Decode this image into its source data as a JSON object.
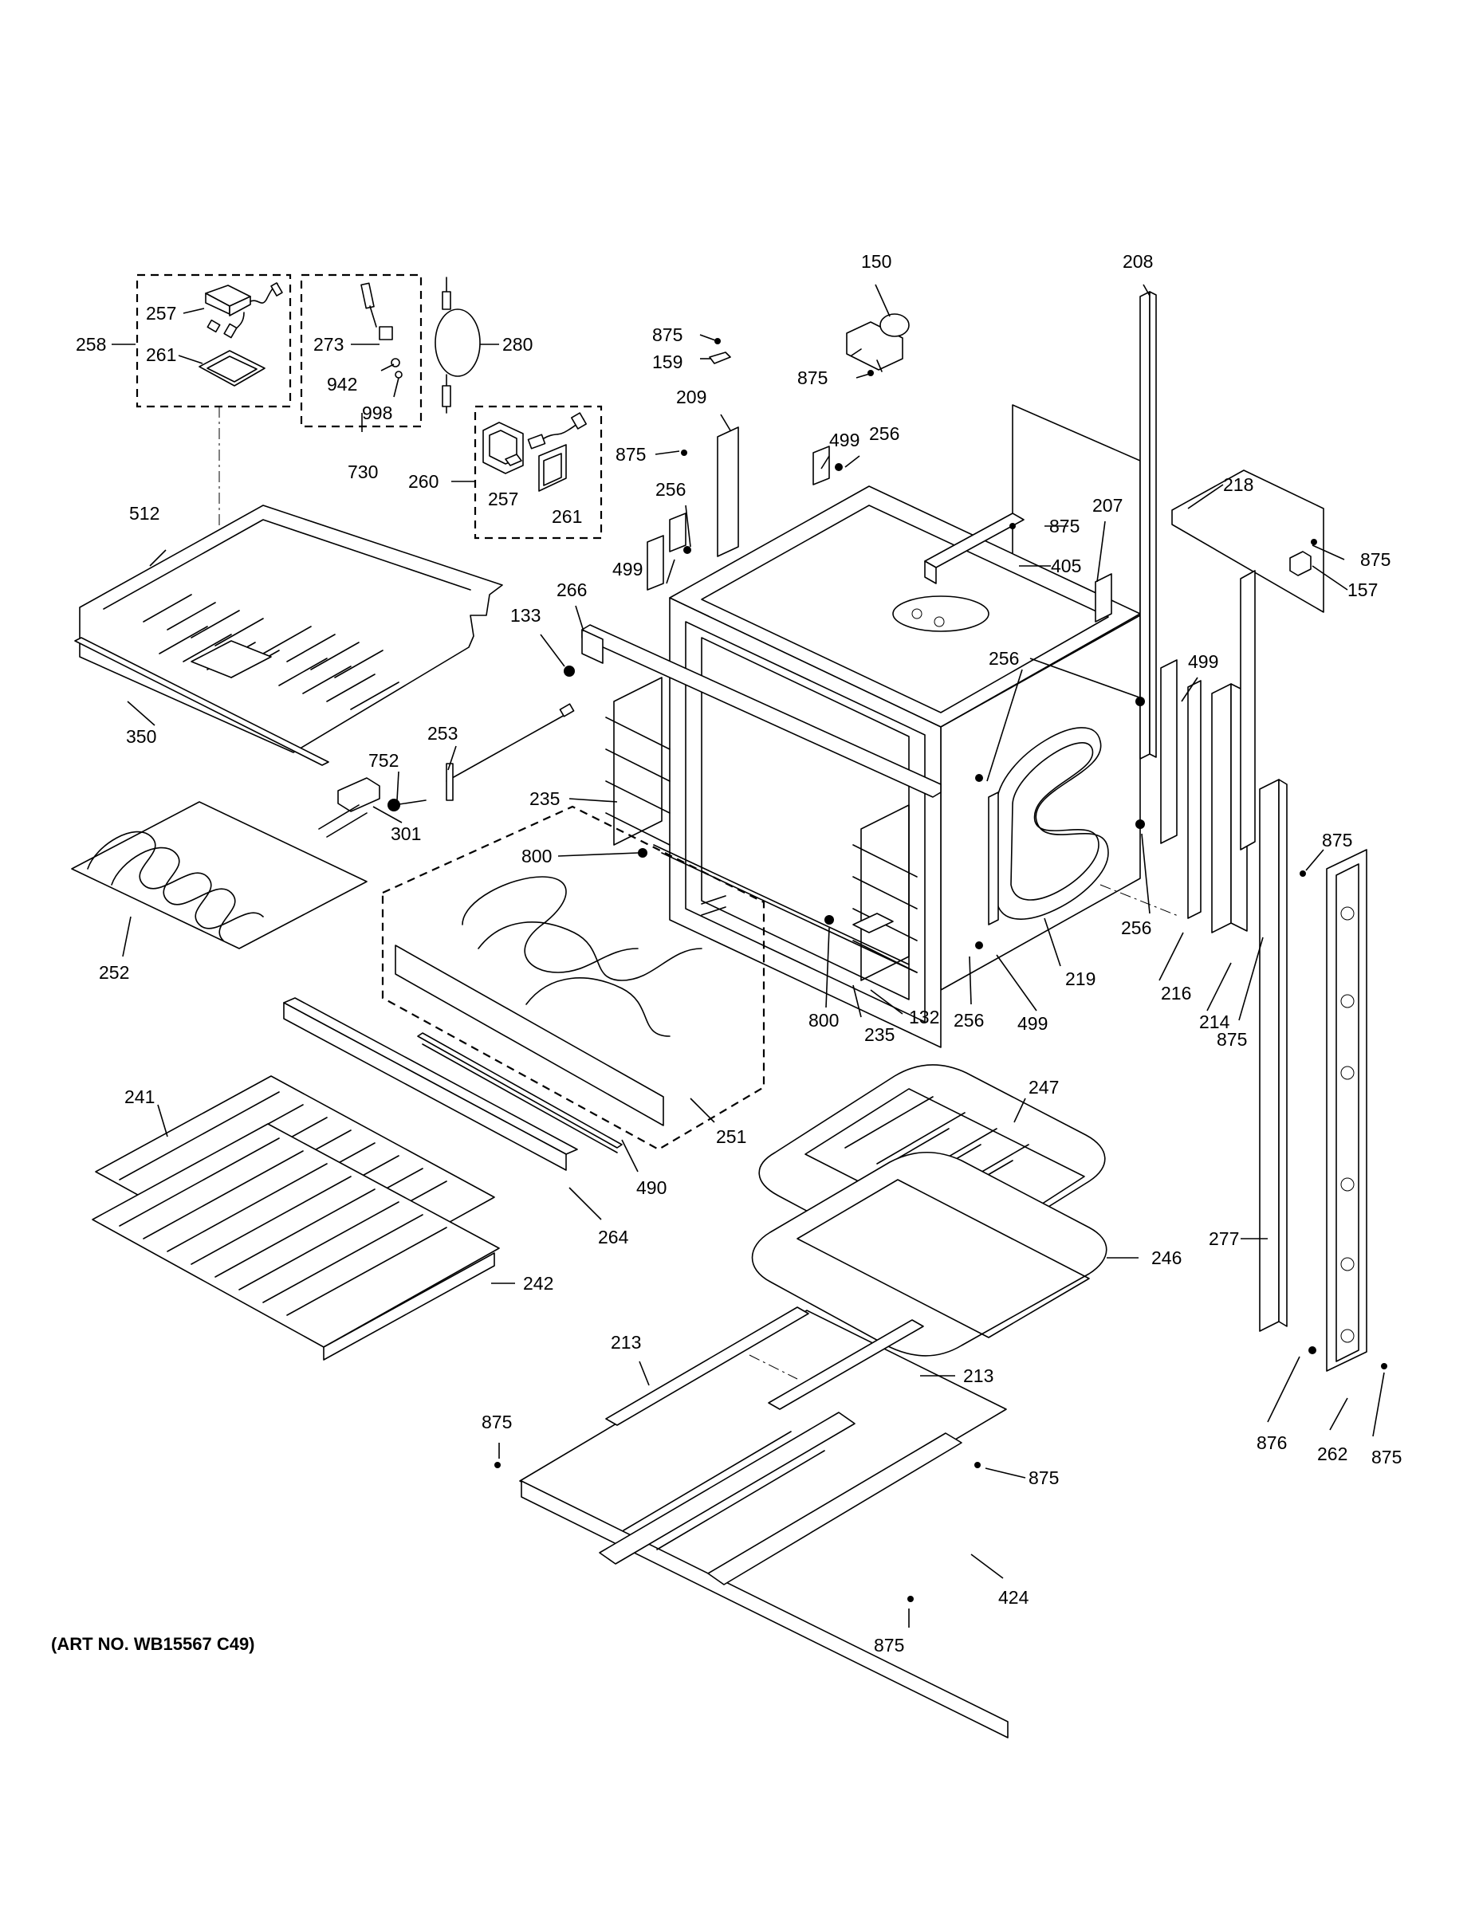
{
  "art_number": "(ART NO. WB15567 C49)",
  "callouts": [
    {
      "label": "150"
    },
    {
      "label": "208"
    },
    {
      "label": "875"
    },
    {
      "label": "159"
    },
    {
      "label": "875"
    },
    {
      "label": "257"
    },
    {
      "label": "258"
    },
    {
      "label": "261"
    },
    {
      "label": "273"
    },
    {
      "label": "942"
    },
    {
      "label": "998"
    },
    {
      "label": "730"
    },
    {
      "label": "280"
    },
    {
      "label": "209"
    },
    {
      "label": "499"
    },
    {
      "label": "256"
    },
    {
      "label": "875"
    },
    {
      "label": "260"
    },
    {
      "label": "257"
    },
    {
      "label": "261"
    },
    {
      "label": "218"
    },
    {
      "label": "256"
    },
    {
      "label": "875"
    },
    {
      "label": "207"
    },
    {
      "label": "405"
    },
    {
      "label": "875"
    },
    {
      "label": "157"
    },
    {
      "label": "499"
    },
    {
      "label": "512"
    },
    {
      "label": "133"
    },
    {
      "label": "266"
    },
    {
      "label": "256"
    },
    {
      "label": "499"
    },
    {
      "label": "350"
    },
    {
      "label": "253"
    },
    {
      "label": "752"
    },
    {
      "label": "235"
    },
    {
      "label": "301"
    },
    {
      "label": "800"
    },
    {
      "label": "875"
    },
    {
      "label": "256"
    },
    {
      "label": "252"
    },
    {
      "label": "800"
    },
    {
      "label": "235"
    },
    {
      "label": "132"
    },
    {
      "label": "256"
    },
    {
      "label": "499"
    },
    {
      "label": "219"
    },
    {
      "label": "216"
    },
    {
      "label": "214"
    },
    {
      "label": "875"
    },
    {
      "label": "241"
    },
    {
      "label": "251"
    },
    {
      "label": "247"
    },
    {
      "label": "490"
    },
    {
      "label": "264"
    },
    {
      "label": "246"
    },
    {
      "label": "277"
    },
    {
      "label": "242"
    },
    {
      "label": "213"
    },
    {
      "label": "213"
    },
    {
      "label": "875"
    },
    {
      "label": "876"
    },
    {
      "label": "262"
    },
    {
      "label": "875"
    },
    {
      "label": "875"
    },
    {
      "label": "424"
    },
    {
      "label": "875"
    }
  ]
}
